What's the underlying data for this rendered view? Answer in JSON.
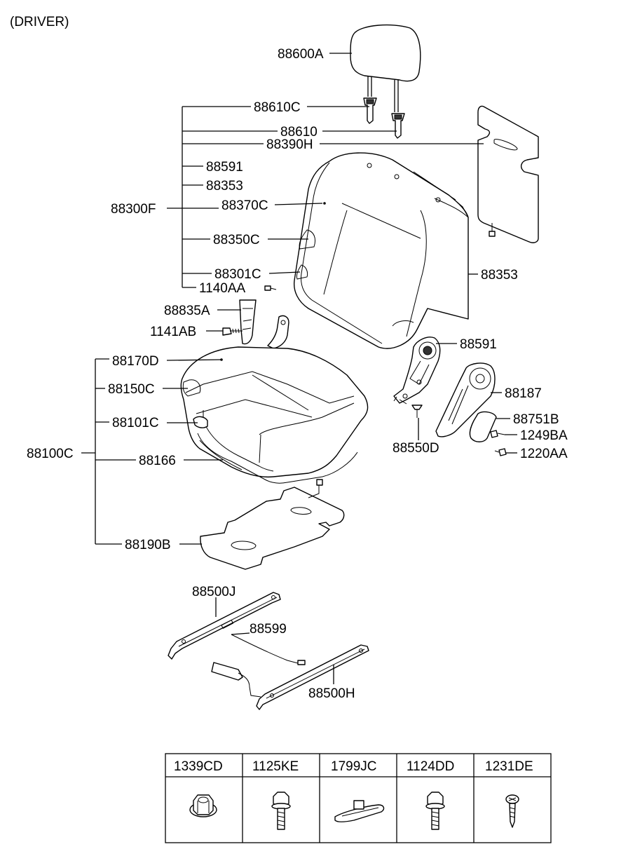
{
  "title": "(DRIVER)",
  "labels": {
    "l88600A": "88600A",
    "l88610C": "88610C",
    "l88610": "88610",
    "l88390H": "88390H",
    "l88591a": "88591",
    "l88353a": "88353",
    "l88300F": "88300F",
    "l88370C": "88370C",
    "l88350C": "88350C",
    "l88301C": "88301C",
    "l1140AA": "1140AA",
    "l88353b": "88353",
    "l88835A": "88835A",
    "l1141AB": "1141AB",
    "l88591b": "88591",
    "l88170D": "88170D",
    "l88150C": "88150C",
    "l88187": "88187",
    "l88101C": "88101C",
    "l88751B": "88751B",
    "l1249BA": "1249BA",
    "l88100C": "88100C",
    "l88550D": "88550D",
    "l1220AA": "1220AA",
    "l88166": "88166",
    "l88190B": "88190B",
    "l88500J": "88500J",
    "l88599": "88599",
    "l88500H": "88500H"
  },
  "fastener_table": {
    "columns": [
      "1339CD",
      "1125KE",
      "1799JC",
      "1124DD",
      "1231DE"
    ]
  }
}
